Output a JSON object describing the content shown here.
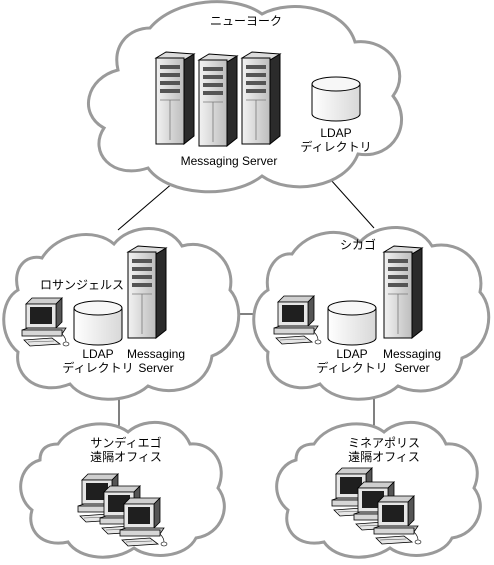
{
  "new_york": {
    "name": "ニューヨーク",
    "ldap_line1": "LDAP",
    "ldap_line2": "ディレクトリ",
    "server_label": "Messaging Server"
  },
  "los_angeles": {
    "name": "ロサンジェルス",
    "ldap_line1": "LDAP",
    "ldap_line2": "ディレクトリ",
    "server_line1": "Messaging",
    "server_line2": "Server"
  },
  "chicago": {
    "name": "シカゴ",
    "ldap_line1": "LDAP",
    "ldap_line2": "ディレクトリ",
    "server_line1": "Messaging",
    "server_line2": "Server"
  },
  "san_diego": {
    "name_line1": "サンディエゴ",
    "name_line2": "遠隔オフィス"
  },
  "minneapolis": {
    "name_line1": "ミネアポリス",
    "name_line2": "遠隔オフィス"
  },
  "colors": {
    "cloud_stroke": "#9a9a9a",
    "link": "#000000"
  }
}
